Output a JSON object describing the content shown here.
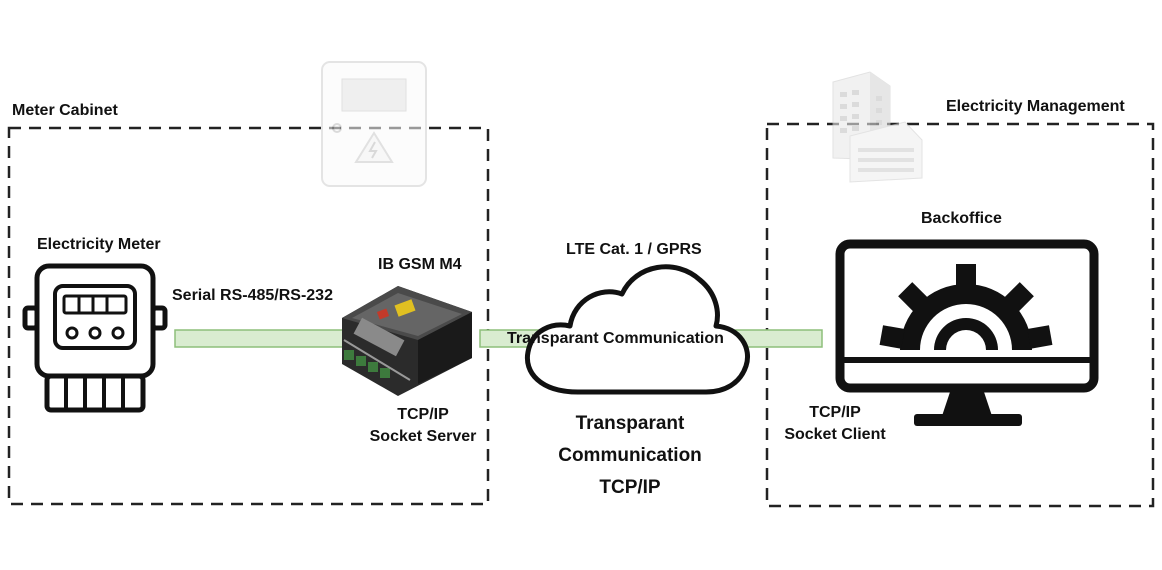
{
  "meter_cabinet": {
    "title": "Meter Cabinet"
  },
  "electricity_management": {
    "title": "Electricity Management"
  },
  "electricity_meter": {
    "label": "Electricity Meter"
  },
  "serial_link": {
    "label": "Serial RS-485/RS-232"
  },
  "gateway": {
    "label": "IB GSM M4",
    "role_line1": "TCP/IP",
    "role_line2": "Socket Server"
  },
  "network": {
    "label": "LTE Cat. 1 / GPRS",
    "channel_label": "Transparant Communication",
    "caption_line1": "Transparant",
    "caption_line2": "Communication",
    "caption_line3": "TCP/IP"
  },
  "backoffice": {
    "label": "Backoffice",
    "role_line1": "TCP/IP",
    "role_line2": "Socket Client"
  },
  "colors": {
    "link_fill": "#d9ecd0",
    "link_stroke": "#8dbf7a",
    "border": "#222222",
    "faded_icon": "#d8d8d8"
  },
  "icons": [
    "cabinet-icon",
    "building-icon",
    "meter-icon",
    "gsm-device-icon",
    "cloud-icon",
    "monitor-gear-icon"
  ]
}
